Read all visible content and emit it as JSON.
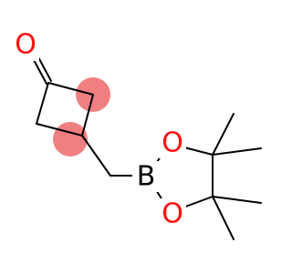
{
  "molecule": {
    "atoms": [
      {
        "id": "O1",
        "symbol": "O",
        "color": "#ff0d0d"
      },
      {
        "id": "B",
        "symbol": "B",
        "color": "#000000"
      },
      {
        "id": "O2",
        "symbol": "O",
        "color": "#ff0d0d"
      },
      {
        "id": "O3",
        "symbol": "O",
        "color": "#ff0d0d"
      }
    ],
    "highlights": [
      {
        "id": "h1",
        "color": "#f08080"
      },
      {
        "id": "h2",
        "color": "#f08080"
      }
    ],
    "bond_color": "#000000"
  }
}
